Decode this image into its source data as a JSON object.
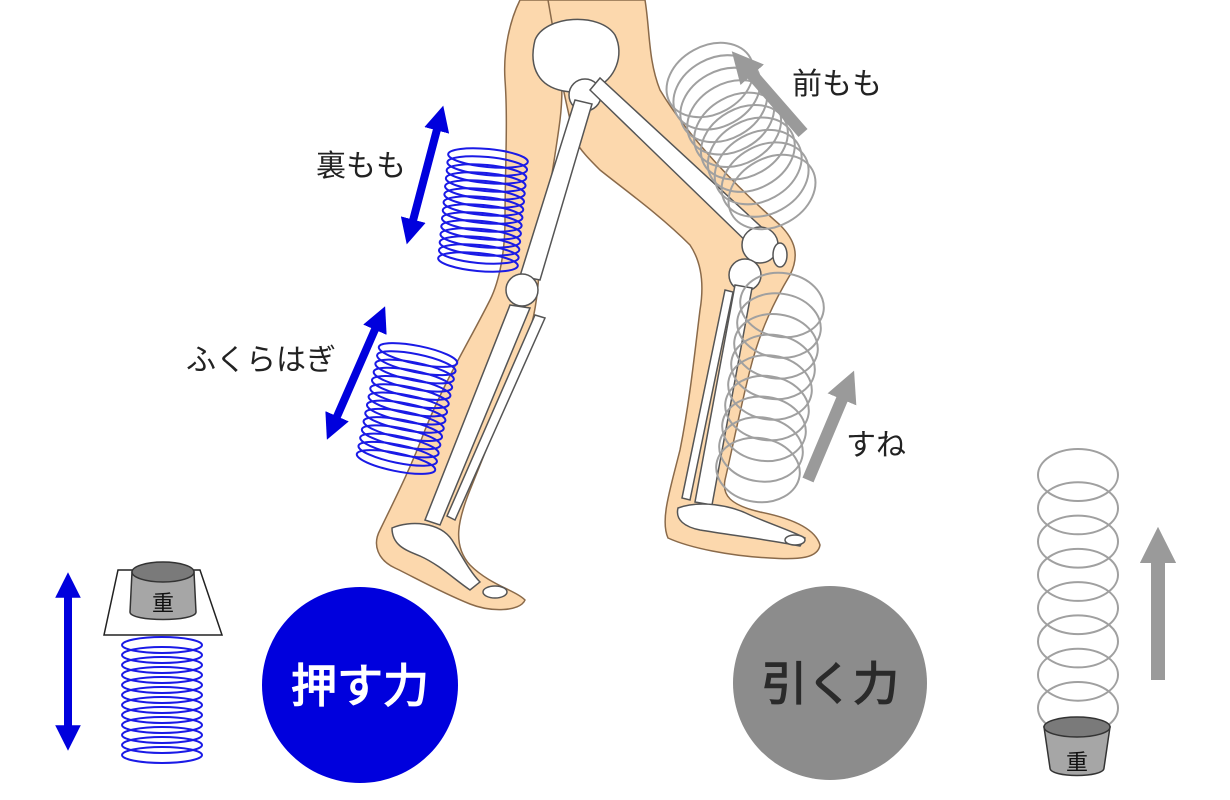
{
  "labels": {
    "hamstring": "裏もも",
    "calf": "ふくらはぎ",
    "quadriceps": "前もも",
    "shin": "すね",
    "weight_top": "重",
    "weight_bottom": "重"
  },
  "circles": {
    "push": {
      "label": "押す力",
      "color": "#0000dd"
    },
    "pull": {
      "label": "引く力",
      "color": "#8c8c8c"
    }
  },
  "colors": {
    "skin": "#fcd8ad",
    "skin_outline": "#8a6a4a",
    "bone": "#ffffff",
    "bone_outline": "#555555",
    "push_spring": "#1a1ae6",
    "pull_spring": "#a0a0a0",
    "push_arrow": "#0000dd",
    "pull_arrow": "#9a9a9a"
  },
  "icons": {
    "push_arrow": "double-arrow-icon",
    "pull_arrow": "up-arrow-icon",
    "weight": "weight-icon"
  }
}
